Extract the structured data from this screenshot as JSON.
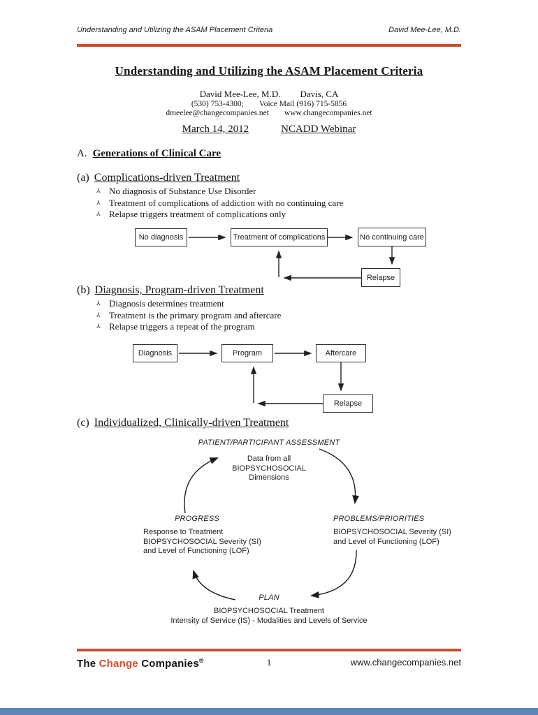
{
  "header": {
    "left": "Understanding and Utilizing the ASAM Placement Criteria",
    "right": "David Mee-Lee, M.D."
  },
  "title": "Understanding and Utilizing the ASAM Placement Criteria",
  "contact": {
    "name": "David Mee-Lee, M.D.",
    "city": "Davis, CA",
    "phone": "(530) 753-4300;",
    "voicemail": "Voice Mail (916) 715-5856",
    "email": "dmeelee@changecompanies.net",
    "website": "www.changecompanies.net"
  },
  "dateline": {
    "date": "March 14, 2012",
    "event": "NCADD Webinar"
  },
  "section_a": {
    "prefix": "A.",
    "title": "Generations of Clinical Care"
  },
  "bullet_glyph": "⅄",
  "sub_a": {
    "prefix": "(a)",
    "title": "Complications-driven Treatment",
    "bullets": [
      "No diagnosis of Substance Use Disorder",
      "Treatment of complications of addiction with no continuing care",
      "Relapse triggers treatment of complications only"
    ]
  },
  "diagram1": {
    "boxes": {
      "b1": "No diagnosis",
      "b2": "Treatment of complications",
      "b3": "No continuing care",
      "b4": "Relapse"
    }
  },
  "sub_b": {
    "prefix": "(b)",
    "title": "Diagnosis, Program-driven Treatment",
    "bullets": [
      "Diagnosis determines treatment",
      "Treatment is the primary program and aftercare",
      "Relapse triggers a repeat of the program"
    ]
  },
  "diagram2": {
    "boxes": {
      "b1": "Diagnosis",
      "b2": "Program",
      "b3": "Aftercare",
      "b4": "Relapse"
    }
  },
  "sub_c": {
    "prefix": "(c)",
    "title": "Individualized, Clinically-driven Treatment"
  },
  "cycle": {
    "top_label": "PATIENT/PARTICIPANT ASSESSMENT",
    "top_text": {
      "l1": "Data from all",
      "l2": "BIOPSYCHOSOCIAL",
      "l3": "Dimensions"
    },
    "left_label": "PROGRESS",
    "left_text": {
      "l1": "Response to Treatment",
      "l2": "BIOPSYCHOSOCIAL Severity (SI)",
      "l3": "and Level of Functioning (LOF)"
    },
    "right_label": "PROBLEMS/PRIORITIES",
    "right_text": {
      "l1": "BIOPSYCHOSOCIAL Severity (SI)",
      "l2": "and Level of Functioning (LOF)"
    },
    "bottom_label": "PLAN",
    "bottom_text": {
      "l1": "BIOPSYCHOSOCIAL Treatment",
      "l2": "Intensity of Service (IS) - Modalities and Levels of Service"
    }
  },
  "footer": {
    "brand_the": "The ",
    "brand_change": "Change",
    "brand_companies": " Companies",
    "brand_reg": "®",
    "page_number": "1",
    "site": "www.changecompanies.net"
  },
  "colors": {
    "rule_red": "#C94F33",
    "brand_red": "#D1512D",
    "bottom_bar_blue": "#5B86B6"
  }
}
